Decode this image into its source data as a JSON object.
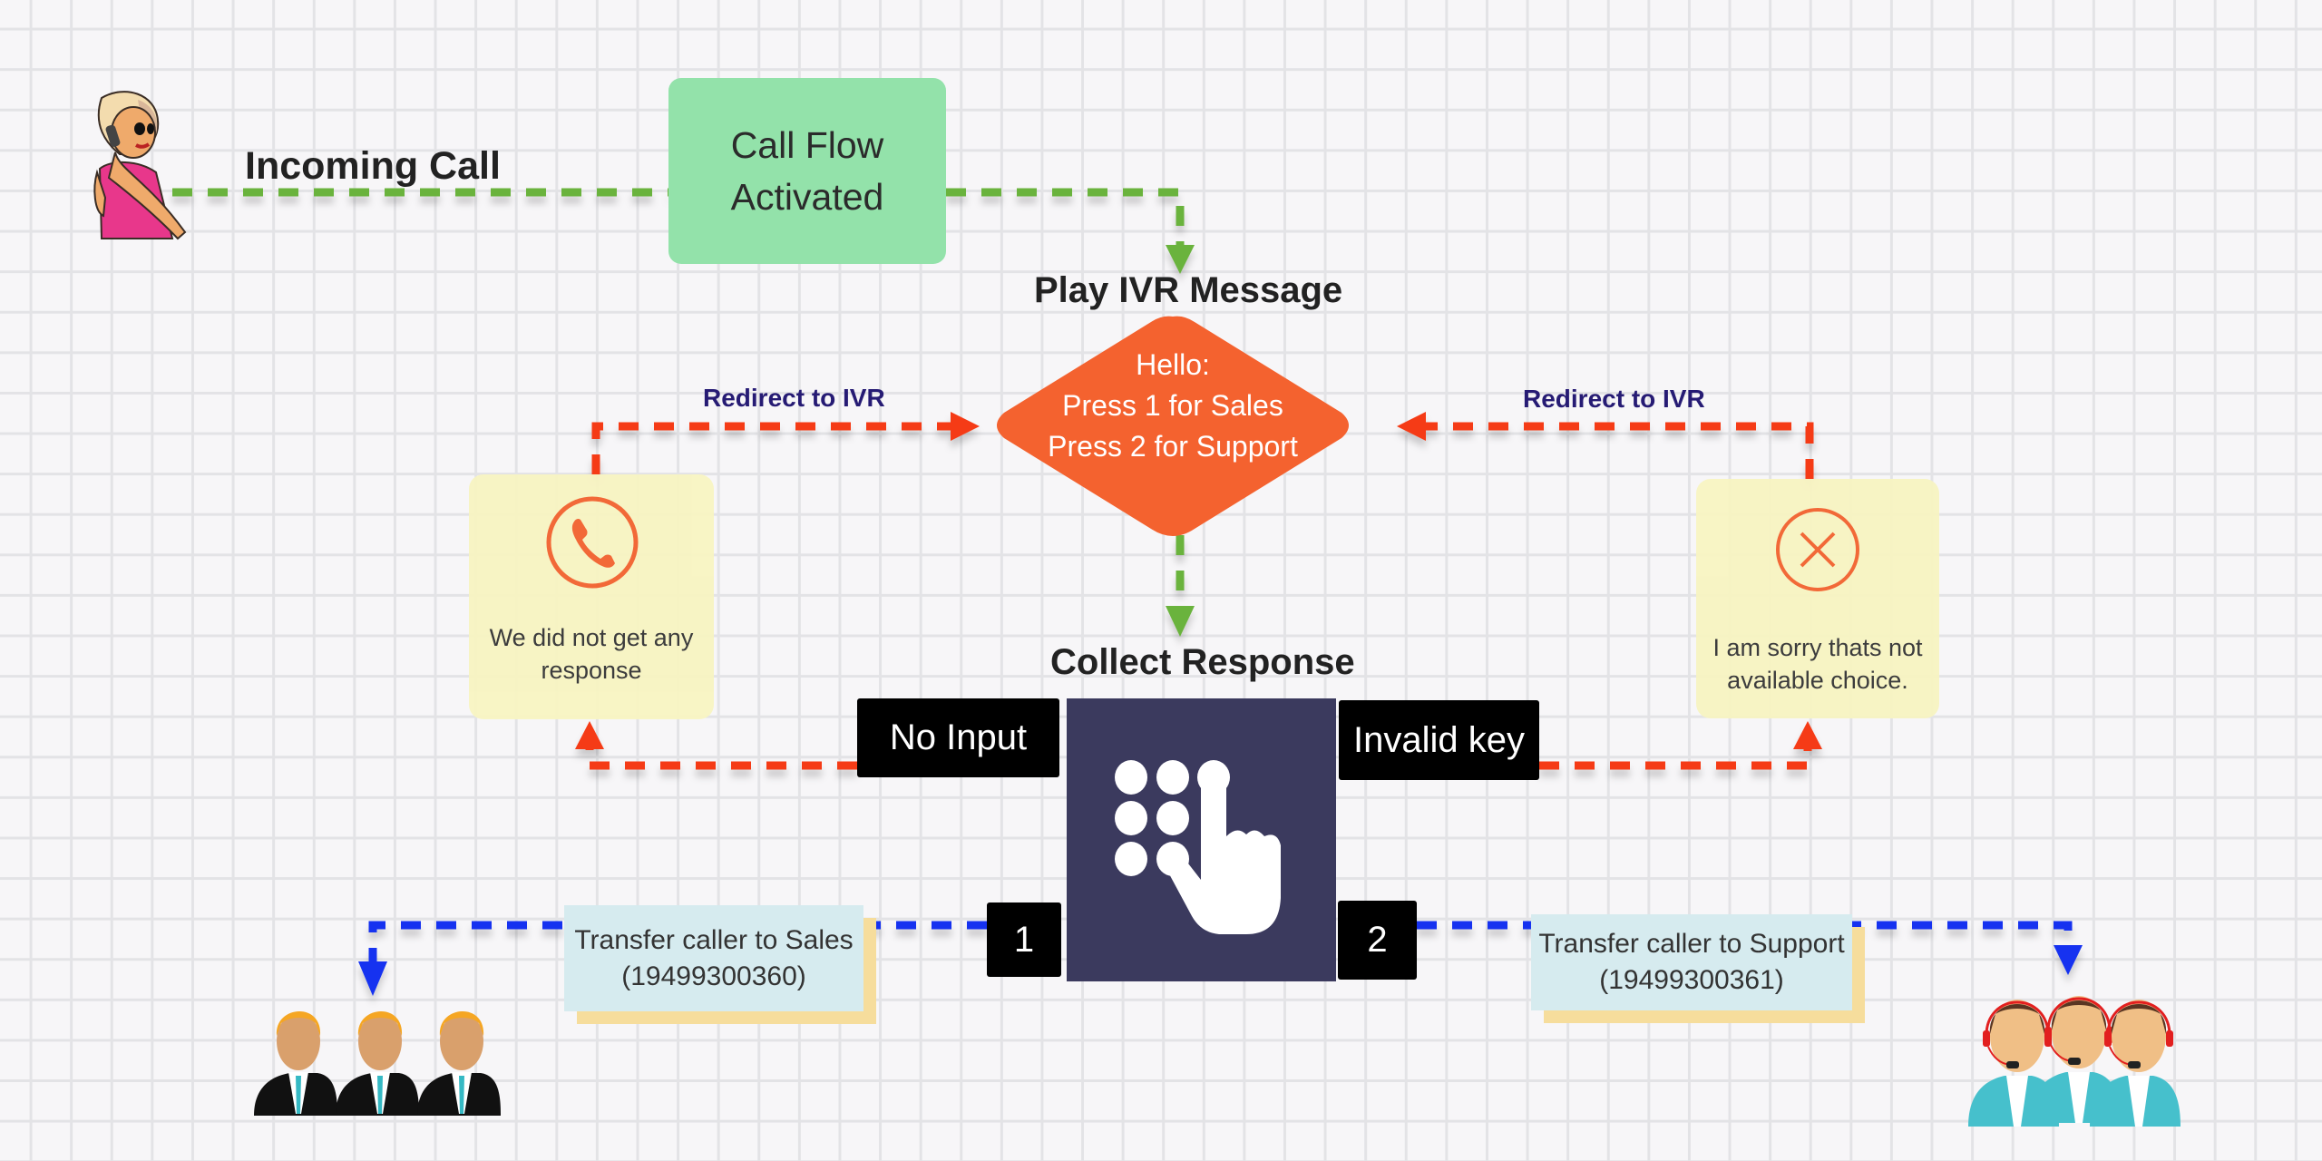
{
  "diagram": {
    "caller": {
      "icon": "woman-on-phone-icon",
      "label": "Incoming Call"
    },
    "start_node": {
      "label_line1": "Call Flow",
      "label_line2": "Activated",
      "color": "#93e2aa"
    },
    "ivr": {
      "title": "Play IVR Message",
      "line1": "Hello:",
      "line2": "Press 1 for Sales",
      "line3": "Press 2 for Support",
      "color": "#f4622f"
    },
    "collect": {
      "title": "Collect Response",
      "icon": "keypad-hand-icon",
      "color": "#3b3a5e"
    },
    "branches": {
      "no_input": {
        "label": "No Input",
        "note_icon": "phone-circle-icon",
        "note_line1": "We did not get any",
        "note_line2": "response",
        "redirect_label": "Redirect to IVR"
      },
      "invalid_key": {
        "label": "Invalid key",
        "note_icon": "x-circle-icon",
        "note_line1": "I am sorry thats not",
        "note_line2": "available choice.",
        "redirect_label": "Redirect to IVR"
      },
      "key1": {
        "key": "1",
        "transfer_line1": "Transfer caller to Sales",
        "transfer_line2": "(19499300360)",
        "team_icon": "sales-team-icon"
      },
      "key2": {
        "key": "2",
        "transfer_line1": "Transfer caller to Support",
        "transfer_line2": "(19499300361)",
        "team_icon": "support-team-icon"
      }
    },
    "colors": {
      "flow_connector": "#6ab33c",
      "error_connector": "#f53a17",
      "transfer_connector": "#1230f0",
      "redirect_text": "#261b74",
      "note_bg": "#f8f4c2",
      "transfer_bg": "#d6ebef"
    }
  }
}
